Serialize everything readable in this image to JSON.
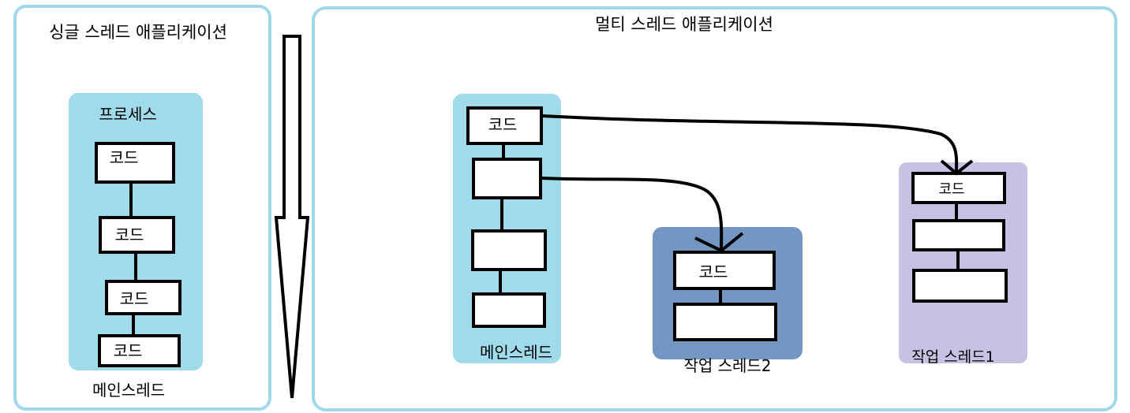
{
  "colors": {
    "frame_border": "#9fd9ea",
    "main_thread_fill": "#9fdbea",
    "worker2_fill": "#7396c2",
    "worker1_fill": "#c7c2e4",
    "box_fill": "#ffffff",
    "line": "#000000"
  },
  "single_thread_app": {
    "title": "싱글 스레드 애플리케이션",
    "process_label": "프로세스",
    "thread_label": "메인스레드",
    "code_boxes": [
      "코드",
      "코드",
      "코드",
      "코드"
    ]
  },
  "multi_thread_app": {
    "title": "멀티 스레드 애플리케이션",
    "main_thread": {
      "label": "메인스레드",
      "code_boxes": [
        "코드",
        "",
        "",
        ""
      ]
    },
    "worker_thread_2": {
      "label": "작업 스레드2",
      "code_boxes": [
        "코드",
        ""
      ]
    },
    "worker_thread_1": {
      "label": "작업 스레드1",
      "code_boxes": [
        "코드",
        "",
        ""
      ]
    }
  },
  "timeline_arrow_icon": "down-arrow-icon"
}
